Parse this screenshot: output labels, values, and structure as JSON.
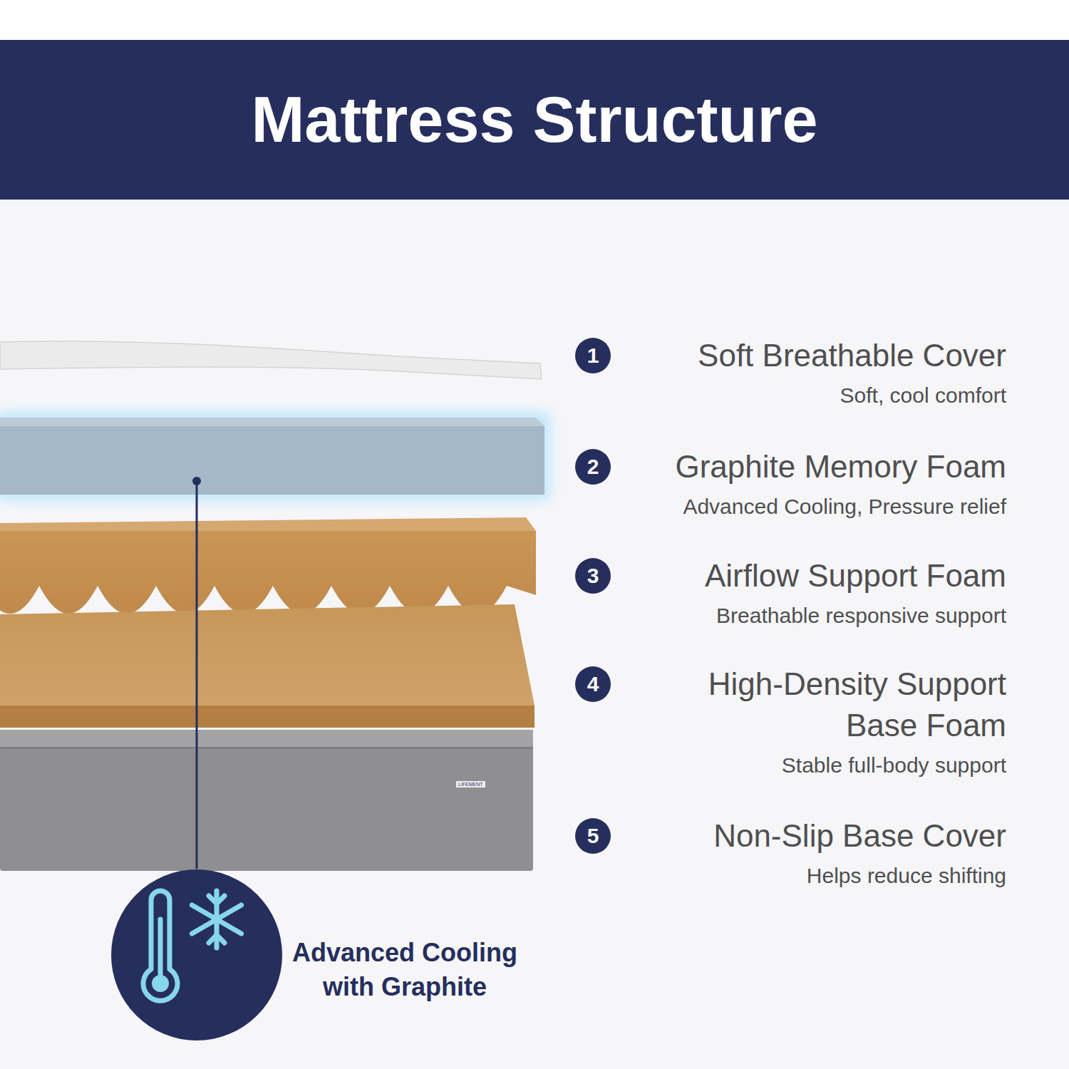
{
  "diagram": {
    "title": "Mattress Structure",
    "nodes": [
      {
        "text": [
          "1",
          "Soft Breathable Cover",
          "Soft, cool comfort"
        ]
      },
      {
        "text": [
          "2",
          "Graphite Memory Foam",
          "Advanced Cooling, Pressure relief"
        ]
      },
      {
        "text": [
          "3",
          "Airflow Support Foam",
          "Breathable responsive support"
        ]
      },
      {
        "text": [
          "4",
          "High-Density Support Base Foam",
          "Stable full-body support"
        ]
      },
      {
        "text": [
          "5",
          "Non-Slip Base Cover",
          "Helps reduce shifting"
        ]
      },
      {
        "text": [
          "Advanced Cooling with Graphite"
        ]
      }
    ],
    "labels": [
      "LIFEMENT"
    ]
  }
}
